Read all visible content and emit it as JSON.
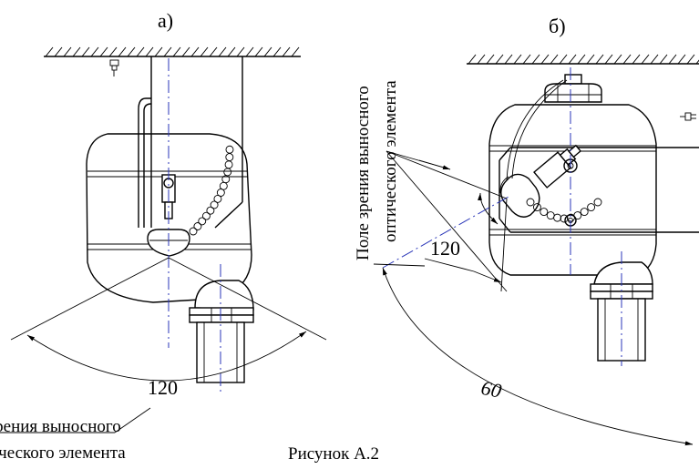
{
  "view_a": {
    "label": "а)",
    "angle": "120",
    "fov_line1": "Поле зрения выносного",
    "fov_line2": "оптического элемента"
  },
  "view_b": {
    "label": "б)",
    "angle_inner": "120",
    "angle_outer": "60",
    "fov_line1": "Поле зрения выносного",
    "fov_line2": "оптического элемента"
  },
  "caption": "Рисунок А.2"
}
